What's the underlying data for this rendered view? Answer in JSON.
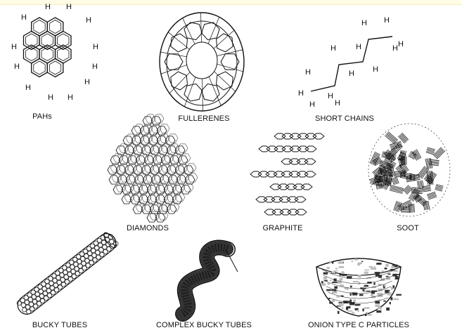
{
  "colors": {
    "background": "#ffffff",
    "ink": "#111111",
    "top_band": "#fffde6"
  },
  "atom_label": "H",
  "items": [
    {
      "label": "PAHs",
      "icon": "pah-molecule-icon"
    },
    {
      "label": "FULLERENES",
      "icon": "fullerene-cage-icon"
    },
    {
      "label": "SHORT CHAINS",
      "icon": "alkane-chain-icon"
    },
    {
      "label": "DIAMONDS",
      "icon": "diamond-lattice-icon"
    },
    {
      "label": "GRAPHITE",
      "icon": "graphite-layers-icon"
    },
    {
      "label": "SOOT",
      "icon": "soot-particle-icon"
    },
    {
      "label": "BUCKY TUBES",
      "icon": "nanotube-icon"
    },
    {
      "label": "COMPLEX BUCKY TUBES",
      "icon": "coiled-nanotube-icon"
    },
    {
      "label": "ONION TYPE C PARTICLES",
      "icon": "onion-particle-icon"
    }
  ]
}
